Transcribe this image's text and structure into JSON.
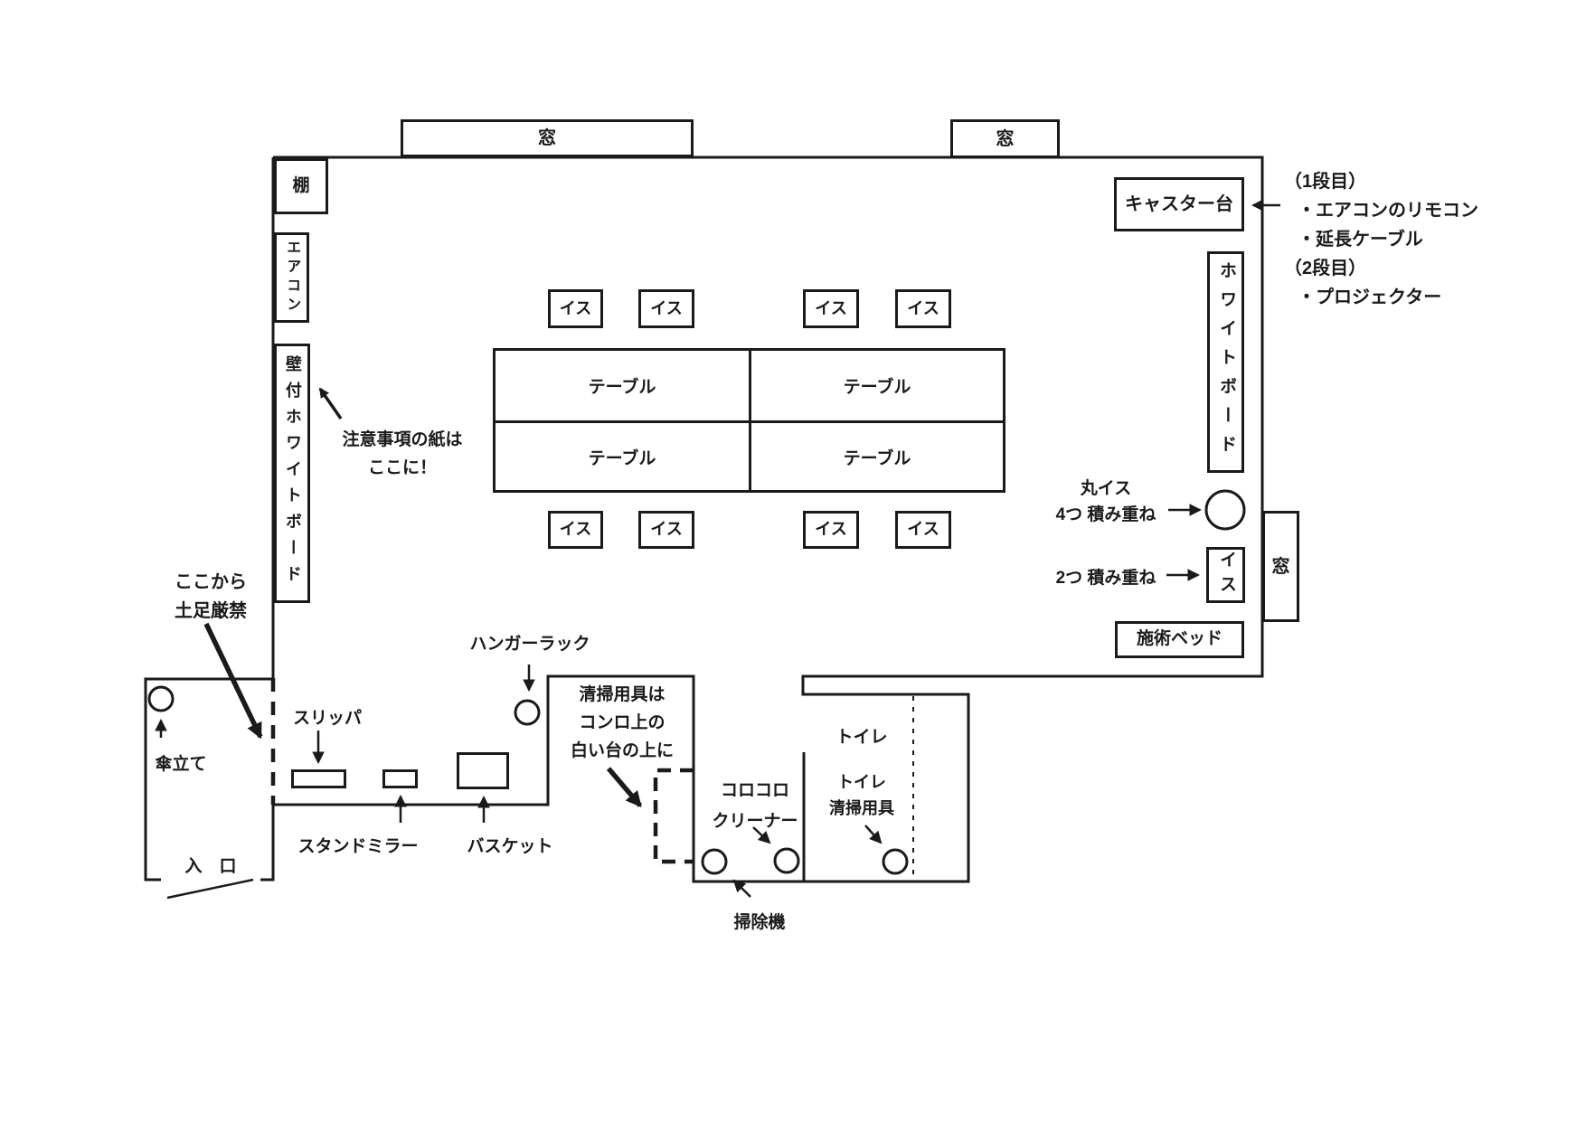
{
  "colors": {
    "ink": "#1a1a1a",
    "bg": "#ffffff"
  },
  "room": {
    "window_label": "窓",
    "shelf": "棚",
    "aircon": "エアコン",
    "wall_whiteboard": "壁付ホワイトボード",
    "caster_stand": "キャスター台",
    "whiteboard": "ホワイトボード",
    "chair": "イス",
    "table": "テーブル",
    "stacked_chair": "イス",
    "treatment_bed": "施術ベッド",
    "toilet": "トイレ",
    "entrance": "入　口"
  },
  "notes": {
    "caster_shelf": {
      "l1": "（1段目）",
      "l2": "・エアコンのリモコン",
      "l3": "・延長ケーブル",
      "l4": "（2段目）",
      "l5": "・プロジェクター"
    },
    "notice_paper": {
      "l1": "注意事項の紙は",
      "l2": "ここに！"
    },
    "round_stool": {
      "l1": "丸イス",
      "l2": "4つ 積み重ね"
    },
    "two_stacked": "2つ 積み重ね",
    "no_shoes": {
      "l1": "ここから",
      "l2": "土足厳禁"
    },
    "umbrella_stand": "傘立て",
    "slippers": "スリッパ",
    "stand_mirror": "スタンドミラー",
    "basket": "バスケット",
    "hanger_rack": "ハンガーラック",
    "cleaning_tools": {
      "l1": "清掃用具は",
      "l2": "コンロ上の",
      "l3": "白い台の上に"
    },
    "roller_cleaner": {
      "l1": "コロコロ",
      "l2": "クリーナー"
    },
    "toilet_cleaning": {
      "l1": "トイレ",
      "l2": "清掃用具"
    },
    "vacuum": "掃除機"
  }
}
